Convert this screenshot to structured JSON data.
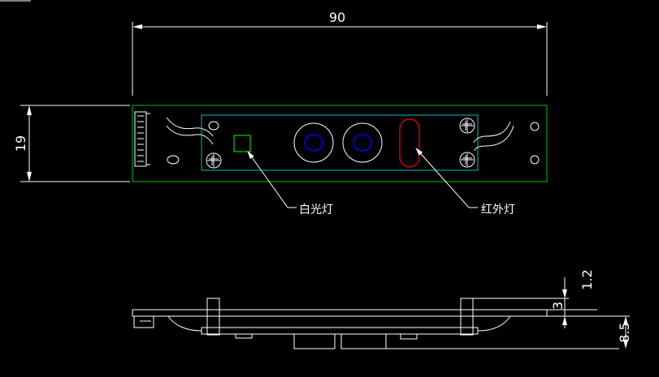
{
  "dimensions": {
    "top_width": "90",
    "left_height": "19",
    "side_top_offset": "1.2",
    "side_board_thickness": "3",
    "side_total_height": "8.5"
  },
  "callouts": {
    "white_led": "白光灯",
    "ir_led": "红外灯"
  },
  "colors": {
    "background": "#000000",
    "outline": "#ffffff",
    "board_outline": "#00c000",
    "module_outline": "#00c0c0",
    "lens_ring": "#0000ff",
    "ir_led": "#ff0000",
    "white_led": "#00ff00"
  }
}
